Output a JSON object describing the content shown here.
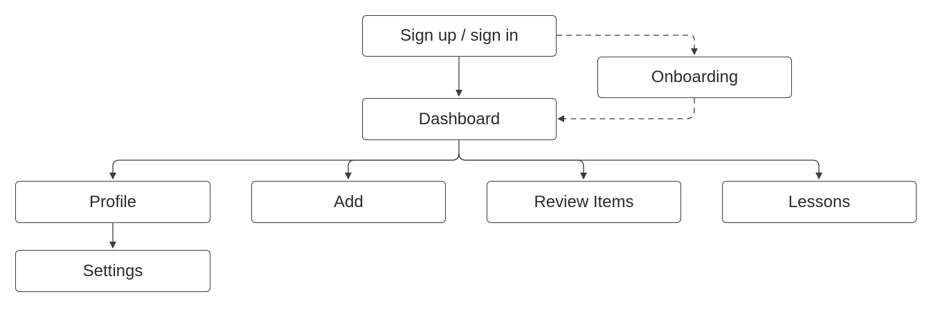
{
  "diagram": {
    "nodes": {
      "signup": "Sign up / sign in",
      "onboarding": "Onboarding",
      "dashboard": "Dashboard",
      "profile": "Profile",
      "add": "Add",
      "review": "Review Items",
      "lessons": "Lessons",
      "settings": "Settings"
    },
    "edges": [
      {
        "from": "signup",
        "to": "dashboard",
        "style": "solid"
      },
      {
        "from": "signup",
        "to": "onboarding",
        "style": "dashed"
      },
      {
        "from": "onboarding",
        "to": "dashboard",
        "style": "dashed"
      },
      {
        "from": "dashboard",
        "to": "profile",
        "style": "solid"
      },
      {
        "from": "dashboard",
        "to": "add",
        "style": "solid"
      },
      {
        "from": "dashboard",
        "to": "review",
        "style": "solid"
      },
      {
        "from": "dashboard",
        "to": "lessons",
        "style": "solid"
      },
      {
        "from": "profile",
        "to": "settings",
        "style": "solid"
      }
    ],
    "colors": {
      "stroke": "#3c3c3c",
      "text": "#2b2b2b",
      "background": "#ffffff"
    }
  }
}
